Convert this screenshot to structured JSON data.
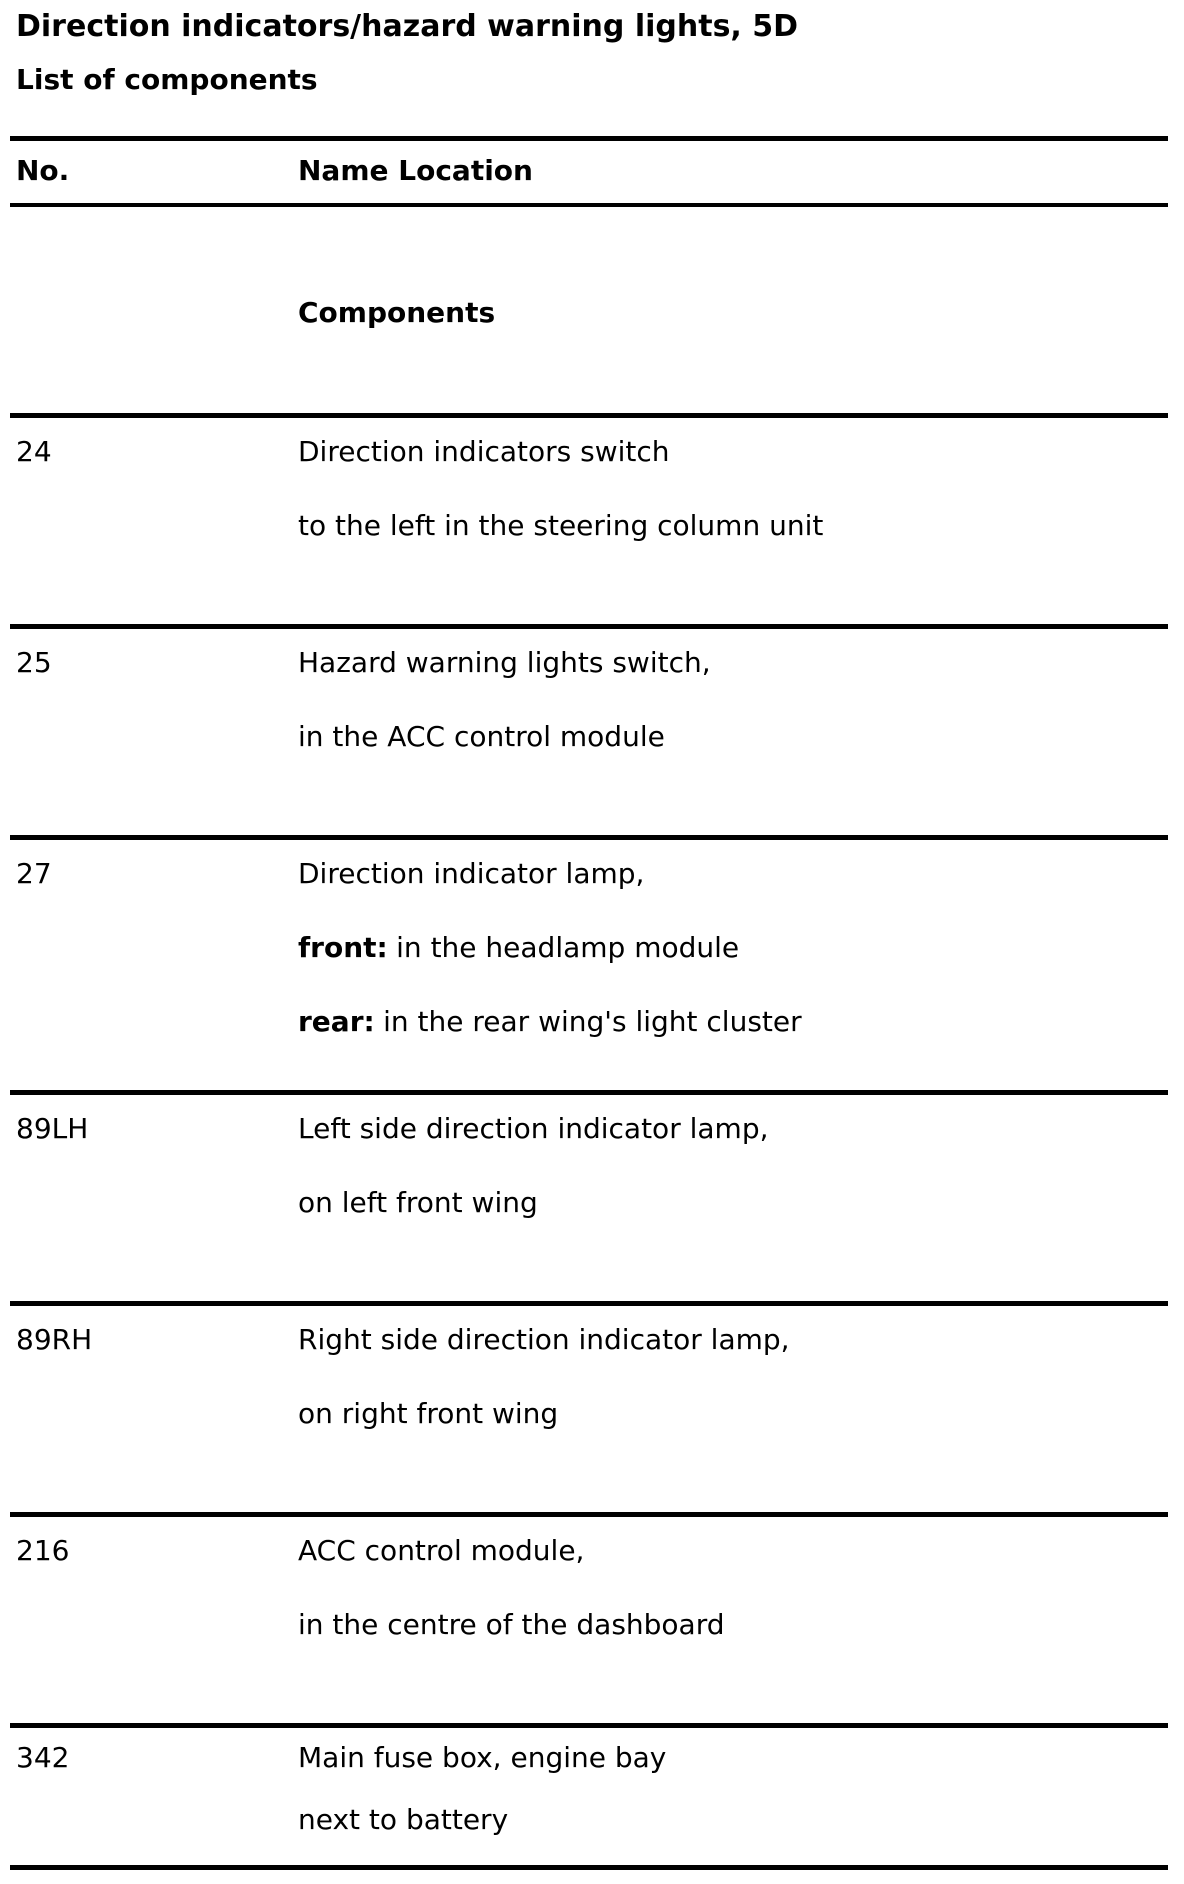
{
  "document": {
    "title": "Direction indicators/hazard warning lights, 5D",
    "subtitle": "List of components",
    "colors": {
      "text": "#000000",
      "background": "#ffffff",
      "rule": "#000000"
    },
    "table": {
      "header": {
        "no": "No.",
        "name_location": "Name Location"
      },
      "section_label": "Components",
      "rows": [
        {
          "no": "24",
          "lines": [
            {
              "prefix": "",
              "text": "Direction indicators switch"
            },
            {
              "prefix": "",
              "text": "to the left in the steering column unit"
            }
          ]
        },
        {
          "no": "25",
          "lines": [
            {
              "prefix": "",
              "text": "Hazard warning lights switch,"
            },
            {
              "prefix": "",
              "text": "in the ACC control module"
            }
          ]
        },
        {
          "no": "27",
          "lines": [
            {
              "prefix": "",
              "text": "Direction indicator lamp,"
            },
            {
              "prefix": "front:",
              "text": "in the headlamp module"
            },
            {
              "prefix": "rear:",
              "text": "in the rear wing's light cluster"
            }
          ]
        },
        {
          "no": "89LH",
          "lines": [
            {
              "prefix": "",
              "text": "Left side direction indicator lamp,"
            },
            {
              "prefix": "",
              "text": "on left front wing"
            }
          ]
        },
        {
          "no": "89RH",
          "lines": [
            {
              "prefix": "",
              "text": "Right side direction indicator lamp,"
            },
            {
              "prefix": "",
              "text": "on right front wing"
            }
          ]
        },
        {
          "no": "216",
          "lines": [
            {
              "prefix": "",
              "text": "ACC control module,"
            },
            {
              "prefix": "",
              "text": "in the centre of the dashboard"
            }
          ]
        },
        {
          "no": "342",
          "lines": [
            {
              "prefix": "",
              "text": "Main fuse box, engine bay"
            },
            {
              "prefix": "",
              "text": "next to battery"
            }
          ]
        }
      ]
    }
  }
}
